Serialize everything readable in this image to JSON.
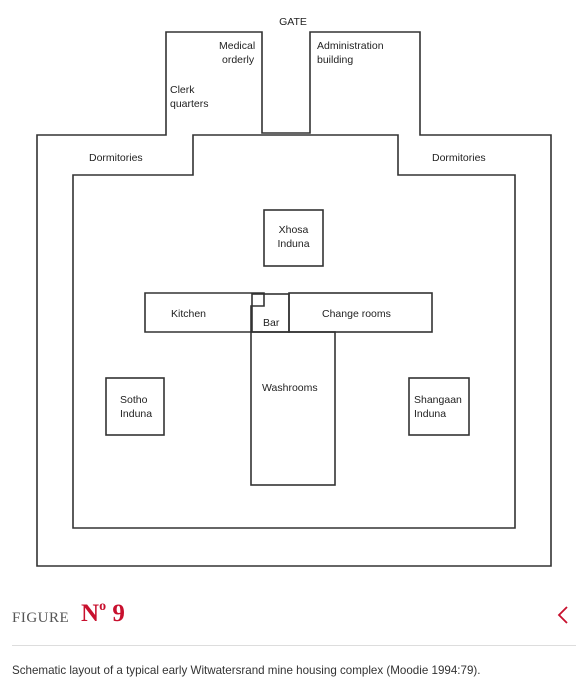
{
  "diagram": {
    "labels": {
      "gate": "GATE",
      "medical_orderly_1": "Medical",
      "medical_orderly_2": "orderly",
      "administration_1": "Administration",
      "administration_2": "building",
      "clerk_1": "Clerk",
      "clerk_2": "quarters",
      "dormitories_left": "Dormitories",
      "dormitories_right": "Dormitories",
      "xhosa_1": "Xhosa",
      "xhosa_2": "Induna",
      "kitchen": "Kitchen",
      "bar": "Bar",
      "change_rooms": "Change rooms",
      "washrooms": "Washrooms",
      "sotho_1": "Sotho",
      "sotho_2": "Induna",
      "shangaan_1": "Shangaan",
      "shangaan_2": "Induna"
    }
  },
  "figure": {
    "word": "FIGURE",
    "number_prefix": "N",
    "number_sup": "o",
    "number": "9",
    "accent_color": "#c8102e",
    "toggle_icon": "chevron-left-icon"
  },
  "caption": "Schematic layout of a typical early Witwatersrand mine housing complex (Moodie 1994:79)."
}
